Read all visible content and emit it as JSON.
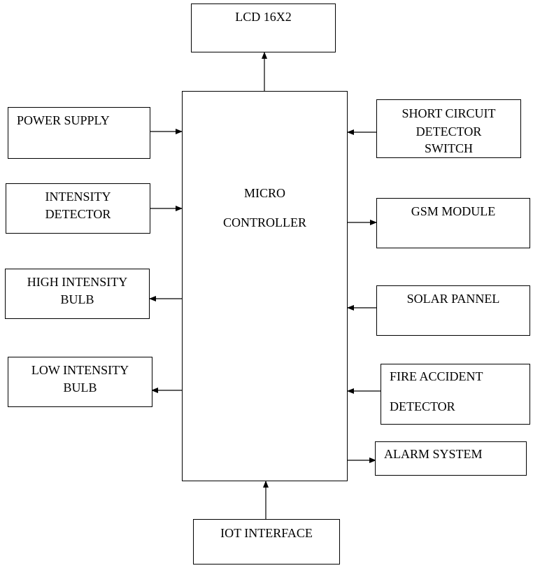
{
  "blocks": {
    "lcd": "LCD 16X2",
    "power_supply": "POWER SUPPLY",
    "intensity_detector": [
      "INTENSITY",
      "DETECTOR"
    ],
    "high_intensity_bulb": [
      "HIGH INTENSITY",
      "BULB"
    ],
    "low_intensity_bulb": [
      "LOW INTENSITY",
      "BULB"
    ],
    "microcontroller": [
      "MICRO",
      "CONTROLLER"
    ],
    "short_circuit": [
      "SHORT CIRCUIT",
      "DETECTOR",
      "SWITCH"
    ],
    "gsm": "GSM MODULE",
    "solar": "SOLAR PANNEL",
    "fire": [
      "FIRE ACCIDENT",
      "DETECTOR"
    ],
    "alarm": "ALARM SYSTEM",
    "iot": "IOT INTERFACE"
  }
}
